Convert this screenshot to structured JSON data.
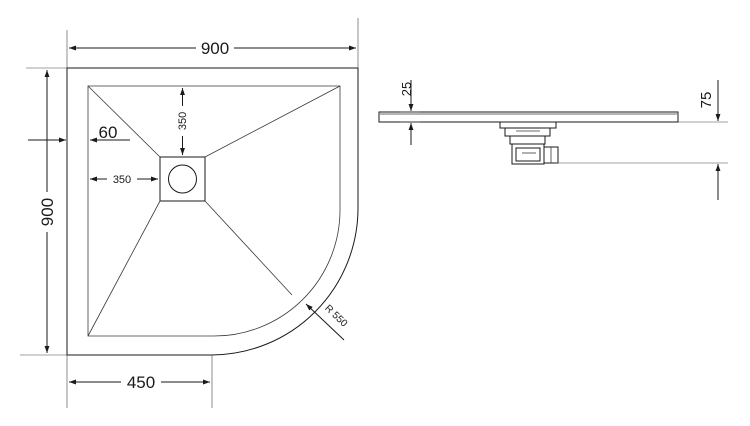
{
  "plan_view": {
    "width_label": "900",
    "depth_label": "900",
    "rim_label": "60",
    "drain_offset_y_label": "350",
    "drain_offset_x_label": "350",
    "straight_edge_label": "450",
    "radius_label": "R 550"
  },
  "side_view": {
    "thickness_label": "25",
    "drain_depth_label": "75"
  }
}
